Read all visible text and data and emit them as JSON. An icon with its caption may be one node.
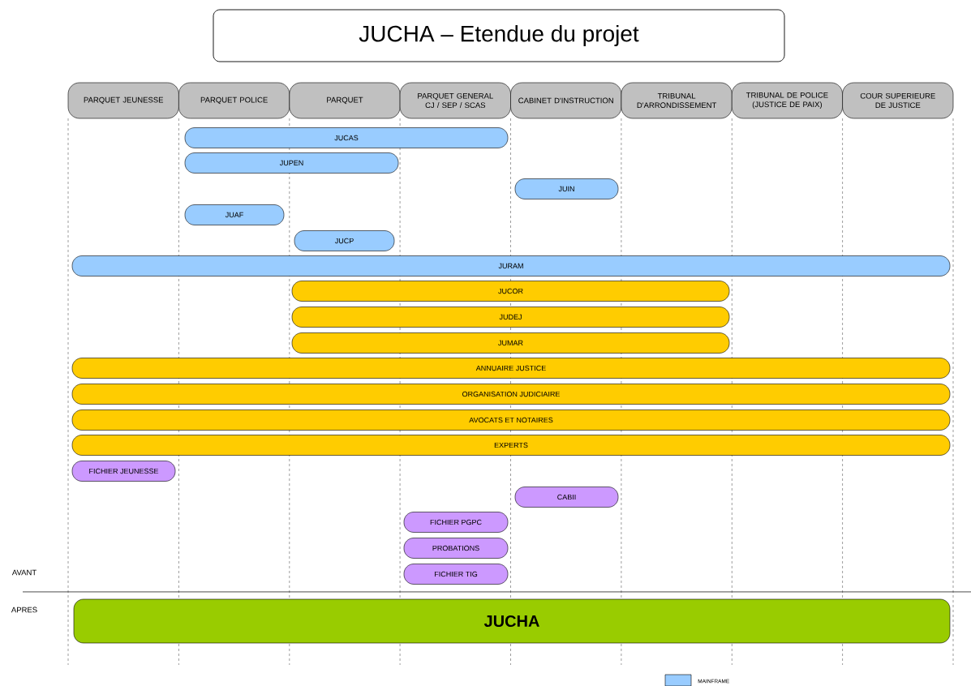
{
  "diagram": {
    "title": "JUCHA – Etendue du projet",
    "nodes": [
      {
        "text": [
          "PARQUET JEUNESSE"
        ]
      },
      {
        "text": [
          "PARQUET POLICE"
        ]
      },
      {
        "text": [
          "PARQUET"
        ]
      },
      {
        "text": [
          "PARQUET GENERAL CJ / SEP / SCAS"
        ]
      },
      {
        "text": [
          "CABINET D'INSTRUCTION"
        ]
      },
      {
        "text": [
          "TRIBUNAL D'ARRONDISSEMENT"
        ]
      },
      {
        "text": [
          "TRIBUNAL DE POLICE (JUSTICE DE PAIX)"
        ]
      },
      {
        "text": [
          "COUR SUPERIEURE DE JUSTICE"
        ]
      },
      {
        "text": [
          "JUCAS"
        ]
      },
      {
        "text": [
          "JUPEN"
        ]
      },
      {
        "text": [
          "JUIN"
        ]
      },
      {
        "text": [
          "JUAF"
        ]
      },
      {
        "text": [
          "JUCP"
        ]
      },
      {
        "text": [
          "JURAM"
        ]
      },
      {
        "text": [
          "JUCOR"
        ]
      },
      {
        "text": [
          "JUDEJ"
        ]
      },
      {
        "text": [
          "JUMAR"
        ]
      },
      {
        "text": [
          "ANNUAIRE JUSTICE"
        ]
      },
      {
        "text": [
          "ORGANISATION JUDICIAIRE"
        ]
      },
      {
        "text": [
          "AVOCATS ET NOTAIRES"
        ]
      },
      {
        "text": [
          "EXPERTS"
        ]
      },
      {
        "text": [
          "FICHIER JEUNESSE"
        ]
      },
      {
        "text": [
          "CABII"
        ]
      },
      {
        "text": [
          "FICHIER PGPC"
        ]
      },
      {
        "text": [
          "PROBATIONS"
        ]
      },
      {
        "text": [
          "FICHIER TIG"
        ]
      },
      {
        "text": [
          "JUCHA"
        ]
      }
    ],
    "labels": [
      "AVANT",
      "APRES"
    ],
    "legend": [
      {
        "text": "MAINFRAME",
        "color": "#99ccff"
      }
    ]
  }
}
